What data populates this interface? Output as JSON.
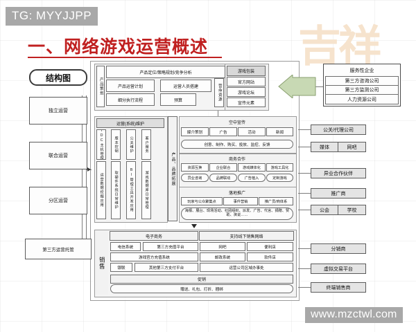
{
  "overlay": {
    "tag": "TG: MYYJJPP",
    "watermark": "www.mzctwl.com",
    "seal": "吉祥"
  },
  "heading": "一、网络游戏运营概述",
  "left": {
    "structure_label": "结构图",
    "items": [
      {
        "label": "独立运营"
      },
      {
        "label": "联合运营"
      },
      {
        "label": "分区运营"
      },
      {
        "label": "第三方运营托管"
      }
    ]
  },
  "planning": {
    "side_label": "产品策划",
    "row1": "产品定位/策略规划/竞争分析",
    "row2_left": "产品运营计划",
    "row2_right": "运营人员搭建",
    "row3_left": "细分执行流程",
    "row3_right": "预算",
    "resource_label": "营命资源"
  },
  "packaging": {
    "title": "游戏包装",
    "items": [
      "官方网站",
      "游戏论坛",
      "宣传元素"
    ]
  },
  "service_company": {
    "title": "服务性企业",
    "items": [
      "第三方咨询公司",
      "第三方监测公司",
      "人力资源公司"
    ]
  },
  "maintain": {
    "title": "运营(系统)维护",
    "top": [
      "IDC主机管理",
      "版本控制",
      "公关维护",
      "客户服务"
    ],
    "bottom": [
      "运营数据挖掘应用",
      "软硬件系统日常维护",
      "BI管理工具开发应用",
      "游戏数据库日常管理"
    ]
  },
  "expand_label": "产品、品牌拓展",
  "air_promo": {
    "title": "空中宣传",
    "items": [
      "媒介策划",
      "广告",
      "活动",
      "新闻"
    ],
    "note": "创意、制作、购买、投放、监控、反馈"
  },
  "business": {
    "title": "商务合作",
    "items": [
      "资源互换",
      "企业联合",
      "游戏媒体化",
      "游戏工具化"
    ],
    "pills": [
      "异业咨询",
      "品牌联动",
      "广告植入",
      "定制游戏"
    ]
  },
  "ground_promo": {
    "title": "落地推广",
    "items": [
      "玩家与公众聚集点",
      "事件营销",
      "推广员/商体系"
    ],
    "note": "海报、展台、现场活动、社团组织、派发、广告、代言、捐赠、赞助、演说……"
  },
  "sales": {
    "side_label": "销售",
    "head_left": "电子商务",
    "head_right": "支持线下销售网络",
    "rows": [
      {
        "a": "电信系统",
        "b": "第三方充值平台",
        "c": "网吧",
        "d": "便利店"
      },
      {
        "a": "",
        "b": "游戏官方充值系统",
        "c": "邮政系统",
        "d": "软件店"
      },
      {
        "a": "银联",
        "b": "其他第三方支付平台",
        "c": "运营公司区域办事处",
        "d": ""
      }
    ],
    "promo_title": "促销",
    "promo_note": "赠送、礼包、打折、捆绑"
  },
  "right_partners": [
    {
      "label": "公关/代理公司"
    },
    {
      "label": "媒体",
      "label2": "网吧"
    },
    {
      "label": "异业合作伙伴"
    },
    {
      "label": "推广商"
    },
    {
      "label": "公会",
      "label2": "学校"
    },
    {
      "label": "分销商"
    },
    {
      "label": "虚拟交易平台"
    },
    {
      "label": "终端销售商"
    }
  ],
  "colors": {
    "accent": "#c02020",
    "box_border": "#6d6d6d",
    "box_fill": "#e8e8e8",
    "tag_bg": "#a8a8a8"
  }
}
